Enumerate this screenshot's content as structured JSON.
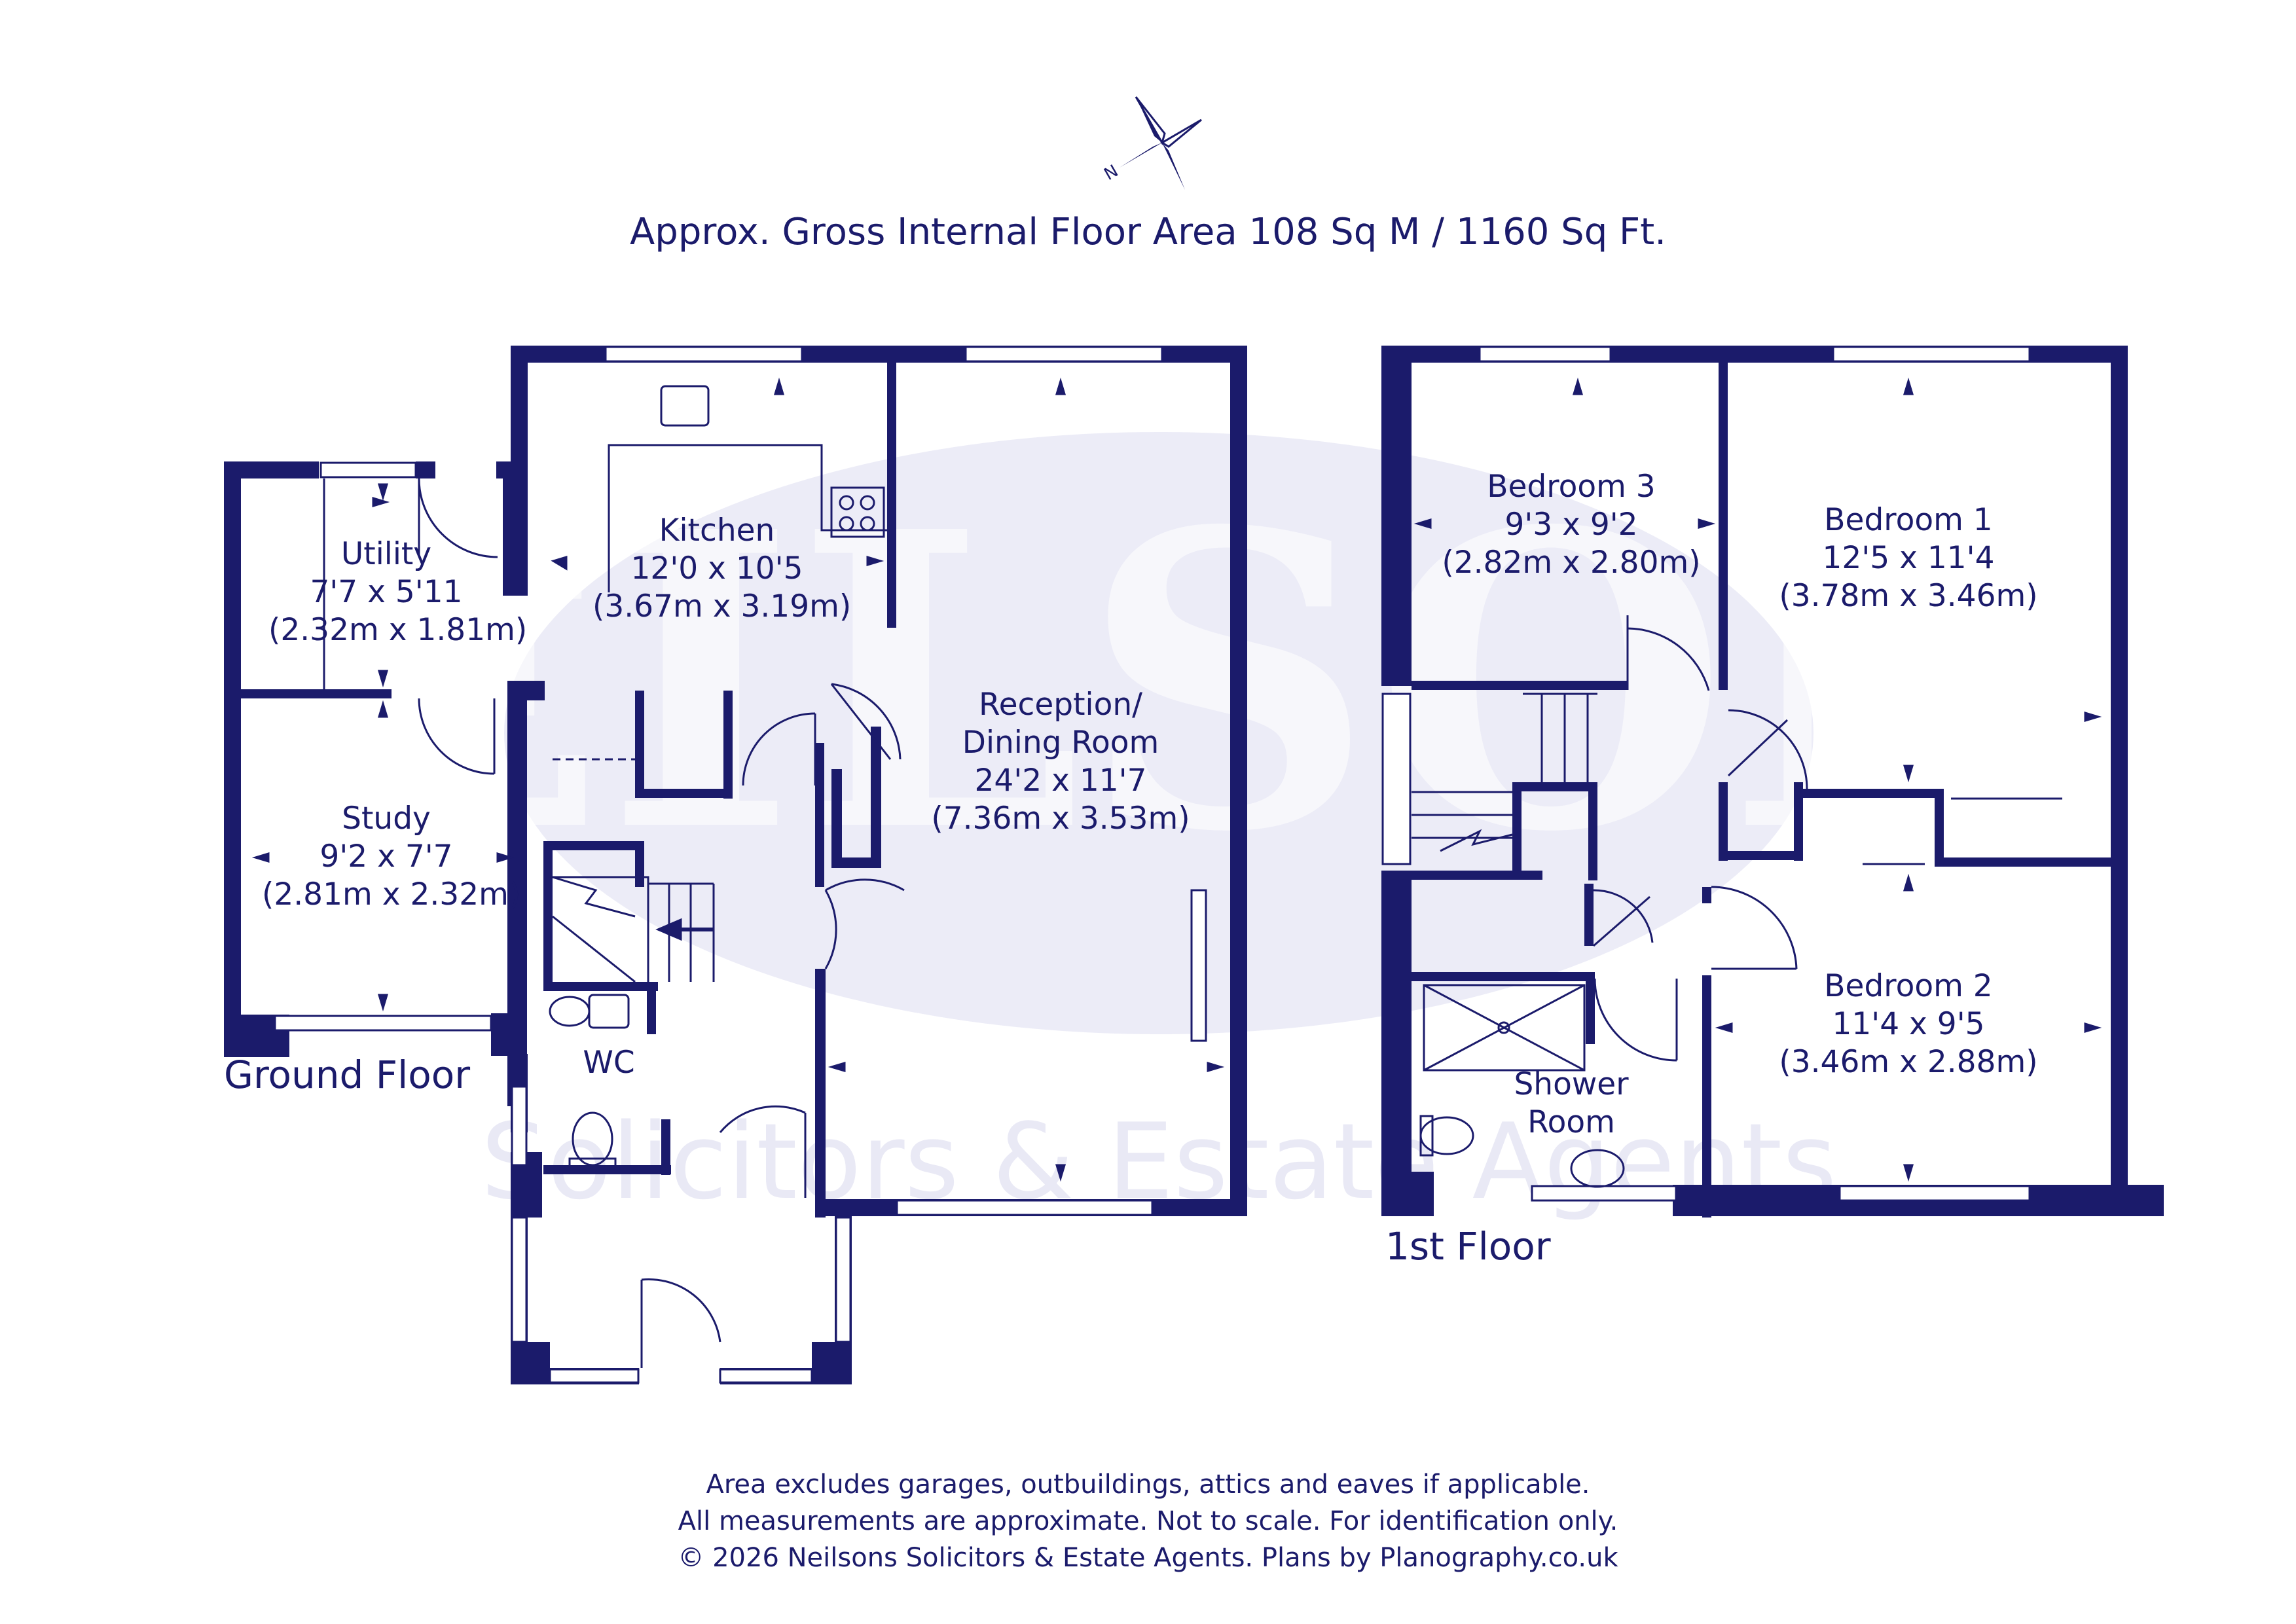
{
  "title": "Approx. Gross Internal Floor Area 108 Sq M / 1160 Sq Ft.",
  "watermark": {
    "name": "NEILSONS",
    "tagline": "Solicitors & Estate Agents"
  },
  "compass": {
    "label": "N"
  },
  "floors": {
    "ground": {
      "label": "Ground Floor"
    },
    "first": {
      "label": "1st Floor"
    }
  },
  "rooms": {
    "utility": {
      "name": "Utility",
      "imperial": "7'7 x 5'11",
      "metric": "(2.32m x 1.81m)"
    },
    "kitchen": {
      "name": "Kitchen",
      "imperial": "12'0 x 10'5",
      "metric": "(3.67m x 3.19m)"
    },
    "study": {
      "name": "Study",
      "imperial": "9'2 x 7'7",
      "metric": "(2.81m x 2.32m)"
    },
    "reception": {
      "name": "Reception/",
      "name2": "Dining Room",
      "imperial": "24'2 x 11'7",
      "metric": "(7.36m x 3.53m)"
    },
    "wc": {
      "name": "WC"
    },
    "bedroom3": {
      "name": "Bedroom 3",
      "imperial": "9'3 x 9'2",
      "metric": "(2.82m x 2.80m)"
    },
    "bedroom1": {
      "name": "Bedroom 1",
      "imperial": "12'5 x 11'4",
      "metric": "(3.78m x 3.46m)"
    },
    "bedroom2": {
      "name": "Bedroom 2",
      "imperial": "11'4 x 9'5",
      "metric": "(3.46m x 2.88m)"
    },
    "shower": {
      "name": "Shower",
      "name2": "Room"
    }
  },
  "footer": {
    "line1": "Area excludes garages, outbuildings, attics and eaves if applicable.",
    "line2": "All measurements are approximate. Not to scale. For identification only.",
    "line3": "© 2026 Neilsons Solicitors & Estate Agents. Plans by Planography.co.uk"
  },
  "colors": {
    "ink": "#1b1b6b",
    "watermark": "#dcdcf0",
    "background": "#ffffff"
  }
}
